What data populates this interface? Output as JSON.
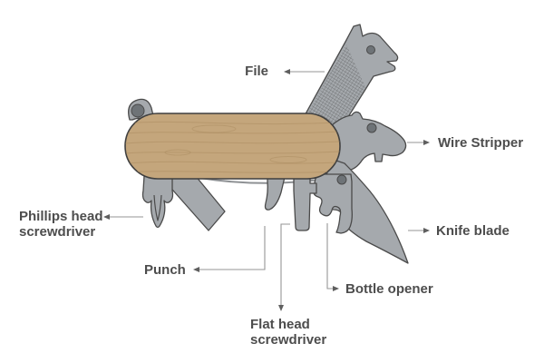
{
  "diagram": {
    "subject": "pocket knife multi-tool parts",
    "labels": {
      "file": "File",
      "wire_stripper": "Wire Stripper",
      "knife_blade": "Knife blade",
      "bottle_opener": "Bottle opener",
      "flat_head": "Flat head screwdriver",
      "punch": "Punch",
      "phillips": "Phillips head screwdriver"
    },
    "colors": {
      "background": "#ffffff",
      "tool_fill": "#a5a9ad",
      "tool_outline": "#4a4a4a",
      "rivet_fill": "#6e7377",
      "wood_fill": "#c4a67c",
      "wood_grain": "#a98a5e",
      "label_color": "#4d4d4d",
      "leader_color": "#969696",
      "arrow_color": "#5f5f5f",
      "hatch_color": "#3c3c3c"
    }
  }
}
